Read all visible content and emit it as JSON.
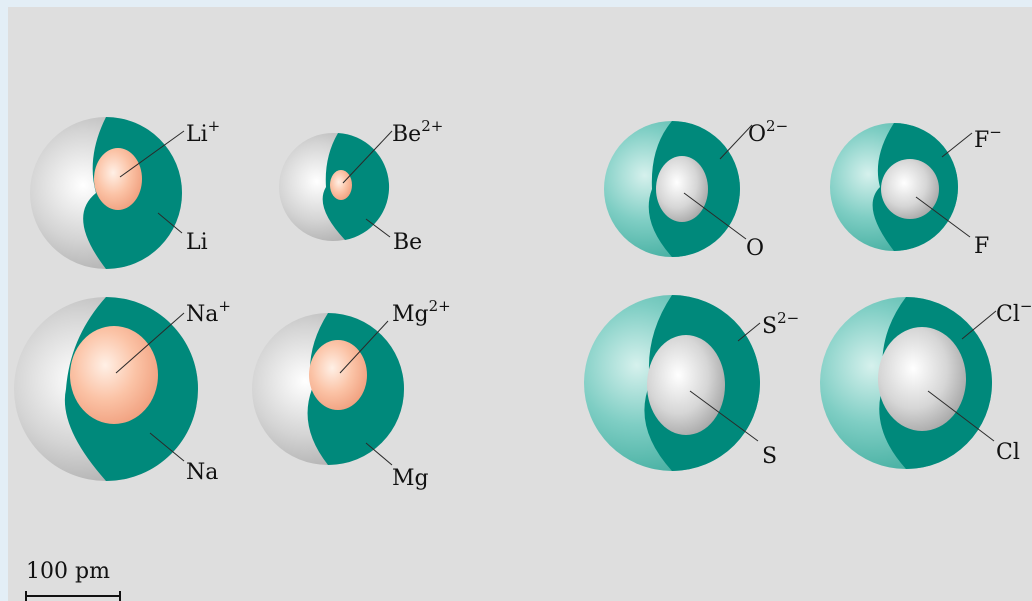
{
  "colors": {
    "background": "#dedede",
    "page_frame": "#e3eef6",
    "shell_teal": "#00897b",
    "shell_teal_light": "#5ec1b5",
    "metal_atom_gray": "#c8c8c8",
    "cation_salmon": "#f7a584",
    "anion_core_gray": "#c4c4c4"
  },
  "species": [
    {
      "id": "li",
      "ion_symbol": "Li",
      "ion_charge": "+",
      "atom_label": "Li"
    },
    {
      "id": "be",
      "ion_symbol": "Be",
      "ion_charge": "2+",
      "atom_label": "Be"
    },
    {
      "id": "o",
      "ion_symbol": "O",
      "ion_charge": "2−",
      "atom_label": "O"
    },
    {
      "id": "f",
      "ion_symbol": "F",
      "ion_charge": "−",
      "atom_label": "F"
    },
    {
      "id": "na",
      "ion_symbol": "Na",
      "ion_charge": "+",
      "atom_label": "Na"
    },
    {
      "id": "mg",
      "ion_symbol": "Mg",
      "ion_charge": "2+",
      "atom_label": "Mg"
    },
    {
      "id": "s",
      "ion_symbol": "S",
      "ion_charge": "2−",
      "atom_label": "S"
    },
    {
      "id": "cl",
      "ion_symbol": "Cl",
      "ion_charge": "−",
      "atom_label": "Cl"
    }
  ],
  "scale_bar": {
    "label": "100 pm",
    "length_pm": 100
  }
}
